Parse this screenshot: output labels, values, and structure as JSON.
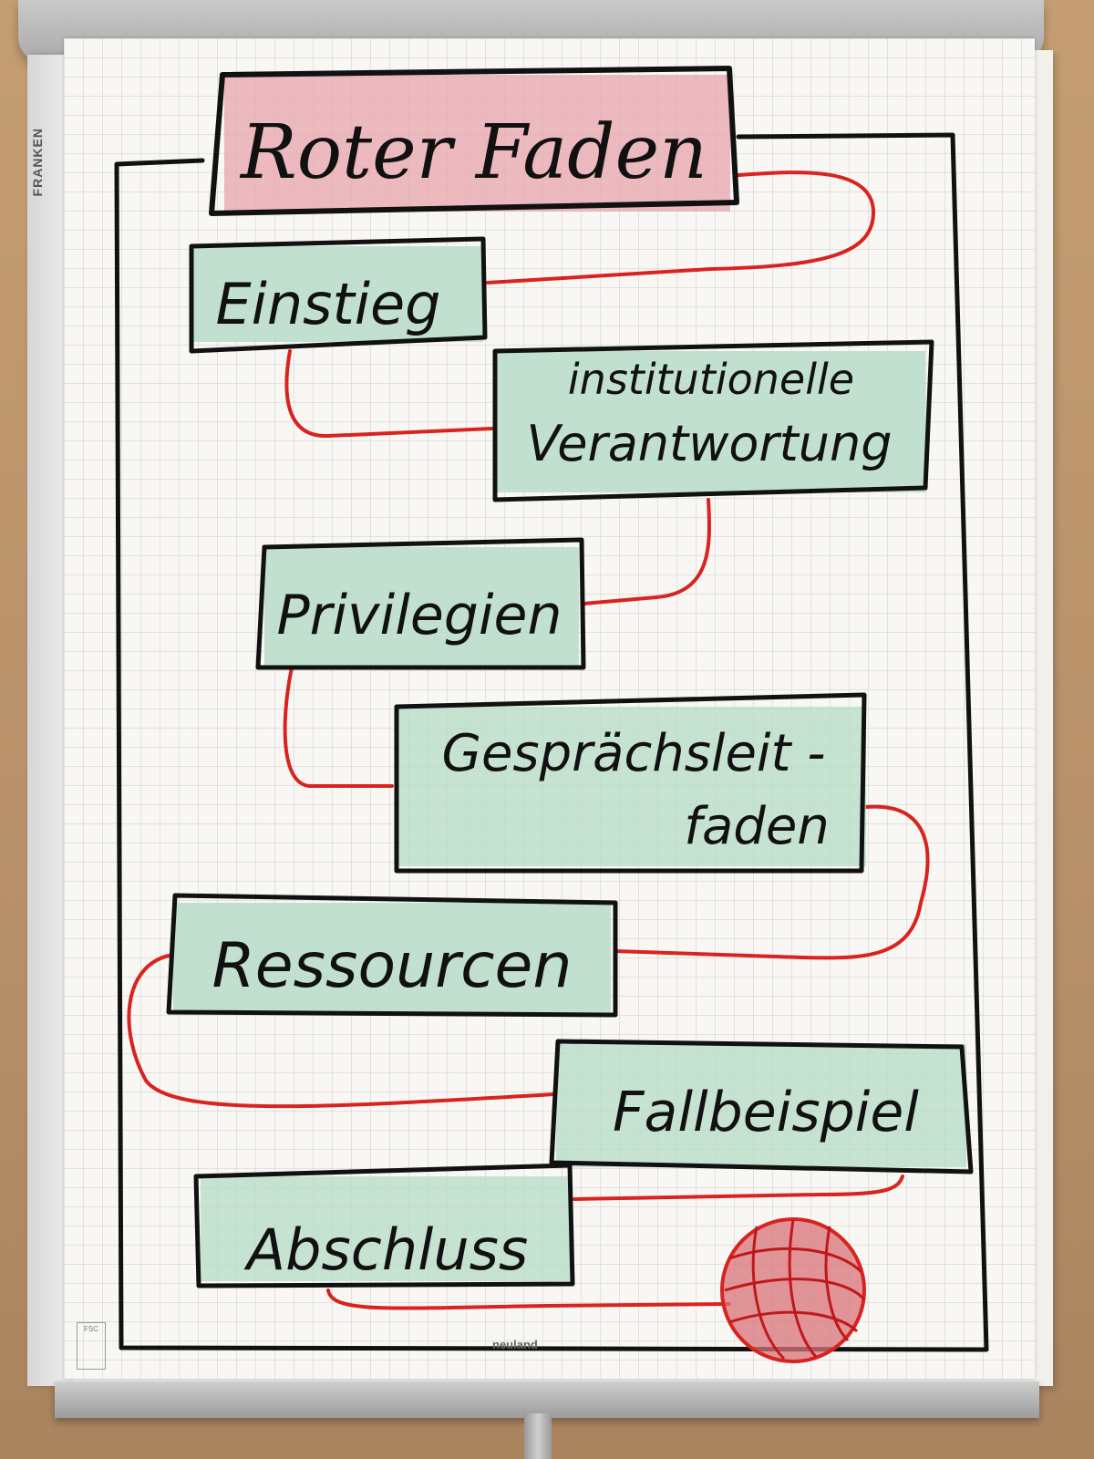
{
  "poster": {
    "brand": "FRANKEN",
    "title": "Roter Faden",
    "steps": [
      {
        "label_lines": [
          "Einstieg"
        ]
      },
      {
        "label_lines": [
          "institutionelle",
          "Verantwortung"
        ]
      },
      {
        "label_lines": [
          "Privilegien"
        ]
      },
      {
        "label_lines": [
          "Gesprächsleit -",
          "faden"
        ]
      },
      {
        "label_lines": [
          "Ressourcen"
        ]
      },
      {
        "label_lines": [
          "Fallbeispiel"
        ]
      },
      {
        "label_lines": [
          "Abschluss"
        ]
      }
    ],
    "footer_logo": "neuland",
    "fsc_label": "FSC"
  },
  "colors": {
    "thread_red": "#d8231f",
    "title_fill": "#e8a9b0",
    "box_fill": "#b9dcc8",
    "ink": "#111111",
    "yarn_ball": "#d9737a"
  }
}
